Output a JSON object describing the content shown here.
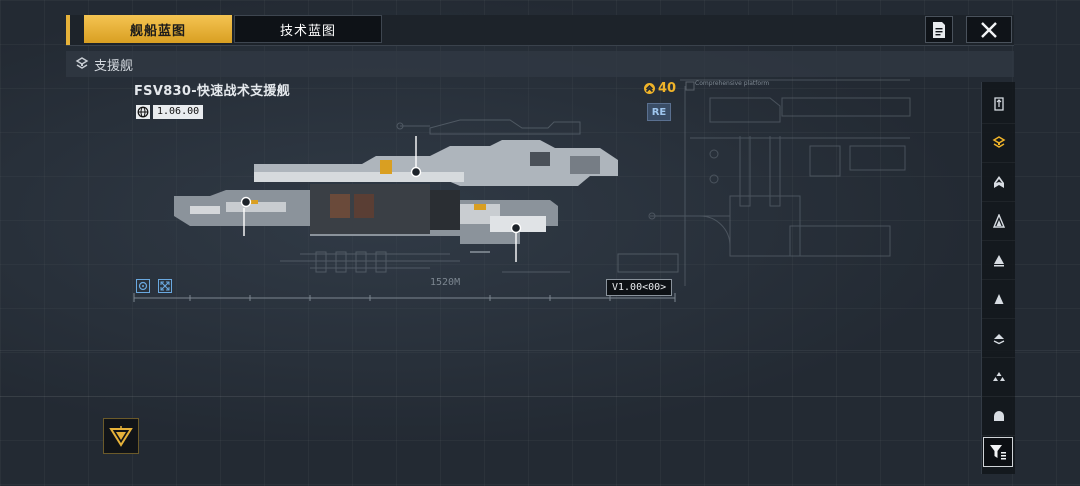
{
  "tabs": {
    "ship_blueprint": "舰船蓝图",
    "tech_blueprint": "技术蓝图"
  },
  "category": {
    "icon": "support-class-icon",
    "label": "支援舰"
  },
  "ship": {
    "name": "FSV830-快速战术支援舰",
    "version_code": "1.06.00",
    "cost": "40",
    "rarity": "RE",
    "length": "1520M",
    "blueprint_version": "V1.00<00>"
  },
  "blueprint_notes": {
    "panel_title": "Comprehensive platform"
  },
  "rail": {
    "items": [
      {
        "icon": "all-classes-icon"
      },
      {
        "icon": "support-class-icon",
        "active": true
      },
      {
        "icon": "carrier-class-icon"
      },
      {
        "icon": "battlecruiser-class-icon"
      },
      {
        "icon": "cruiser-class-icon"
      },
      {
        "icon": "destroyer-class-icon"
      },
      {
        "icon": "frigate-class-icon"
      },
      {
        "icon": "corvette-class-icon"
      },
      {
        "icon": "station-class-icon"
      }
    ],
    "filter_icon": "filter-icon"
  },
  "colors": {
    "accent": "#e6b23a",
    "active_icon": "#f0b429",
    "rarity": "#9fc6ee",
    "tool": "#6aa9e0"
  }
}
